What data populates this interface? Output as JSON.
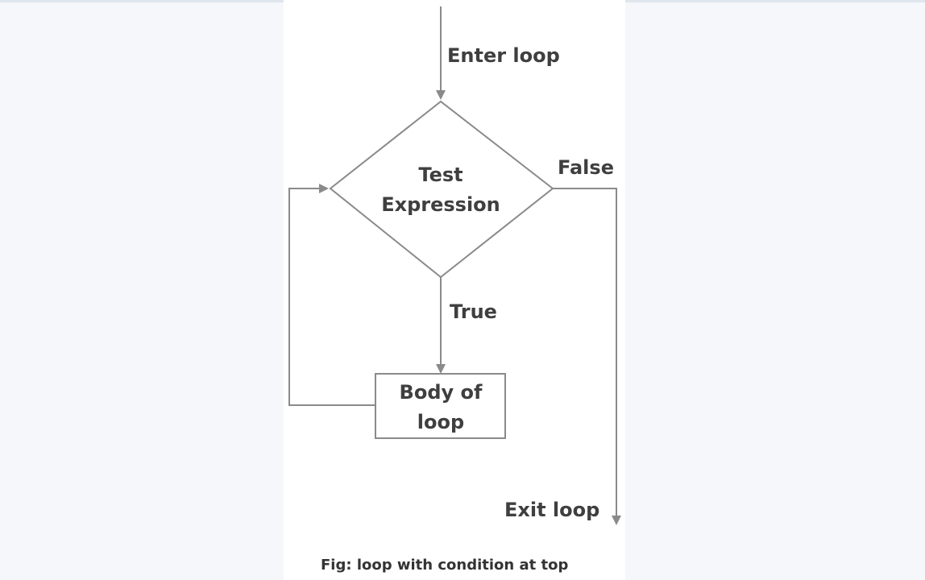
{
  "diagram": {
    "enter_label": "Enter loop",
    "decision_line1": "Test",
    "decision_line2": "Expression",
    "false_label": "False",
    "true_label": "True",
    "body_line1": "Body of",
    "body_line2": "loop",
    "exit_label": "Exit loop",
    "caption": "Fig: loop with condition at top"
  },
  "colors": {
    "background": "#f5f7fa",
    "card": "#ffffff",
    "stroke": "#8a8a8a",
    "text": "#3f3f3f"
  }
}
